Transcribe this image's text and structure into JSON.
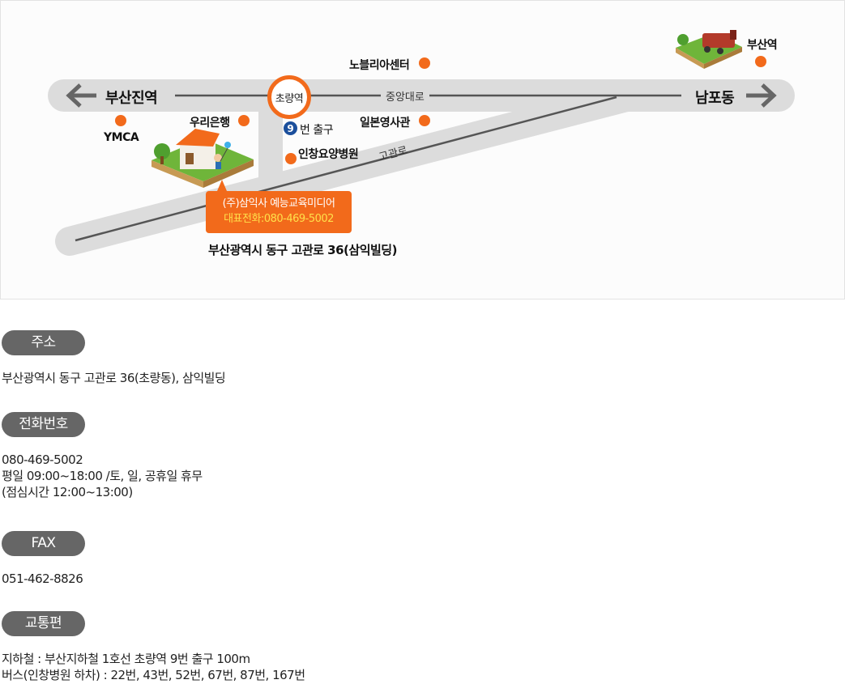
{
  "map": {
    "west_station": "부산진역",
    "east_dong": "남포동",
    "road_main": "중앙대로",
    "road_side": "고관로",
    "station": "초량역",
    "exit_number": "9",
    "exit_label": "번 출구",
    "landmarks": {
      "novelia": "노블리아센터",
      "ymca": "YMCA",
      "woori": "우리은행",
      "japan": "일본영사관",
      "hospital": "인창요양병원",
      "busan_station": "부산역"
    },
    "callout_name": "(주)삼익사 예능교육미디어",
    "callout_phone": "대표전화:080-469-5002",
    "address_caption": "부산광역시 동구 고관로 36(삼익빌딩)"
  },
  "info": {
    "address": {
      "label": "주소",
      "lines": [
        "부산광역시 동구 고관로 36(초량동), 삼익빌딩"
      ]
    },
    "phone": {
      "label": "전화번호",
      "lines": [
        "080-469-5002",
        "평일 09:00~18:00 /토, 일, 공휴일 휴무",
        "(점심시간 12:00~13:00)"
      ]
    },
    "fax": {
      "label": "FAX",
      "lines": [
        "051-462-8826"
      ]
    },
    "transport": {
      "label": "교통편",
      "lines": [
        "지하철 : 부산지하철 1호선 초량역 9번 출구 100m",
        "버스(인창병원 하차) : 22번, 43번, 52번, 67번, 87번, 167번"
      ]
    }
  },
  "colors": {
    "accent": "#f26a1b",
    "road": "#dcdcdc",
    "pill": "#666666",
    "exit": "#1b4f9c"
  }
}
